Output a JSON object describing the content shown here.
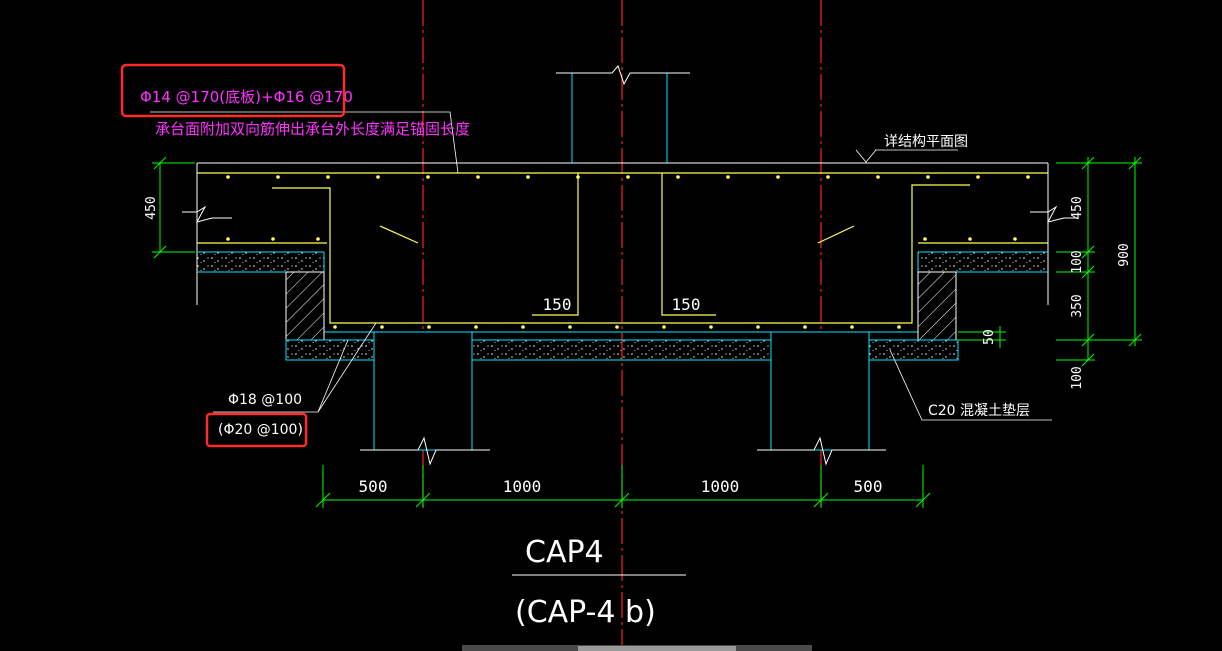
{
  "colors": {
    "background": "#000000",
    "centerline": "#ff2020",
    "rebar": "#ffff55",
    "outline": "#00e5ff",
    "dimension": "#00ff00",
    "text_magenta": "#ff33ff",
    "text_white": "#ffffff",
    "highlight": "#ff2a2a"
  },
  "annotations": {
    "top_rebar": "Φ14 @170(底板)+Φ16 @170",
    "anchor_note": "承台面附加双向筋伸出承台外长度满足锚固长度",
    "plan_ref": "详结构平面图",
    "bottom_rebar": "Φ18 @100",
    "bottom_rebar_alt": "(Φ20 @100)",
    "cushion_note": "C20 混凝土垫层",
    "col_offset_left": "150",
    "col_offset_right": "150"
  },
  "dimensions": {
    "bottom": [
      "500",
      "1000",
      "1000",
      "500"
    ],
    "left_height": "450",
    "right_slab": "450",
    "right_thk": "100",
    "right_cap": "350",
    "right_cushion": "100",
    "right_total": "900",
    "right_small": "50"
  },
  "title": {
    "main": "CAP4",
    "sub": "(CAP-4 b)"
  }
}
